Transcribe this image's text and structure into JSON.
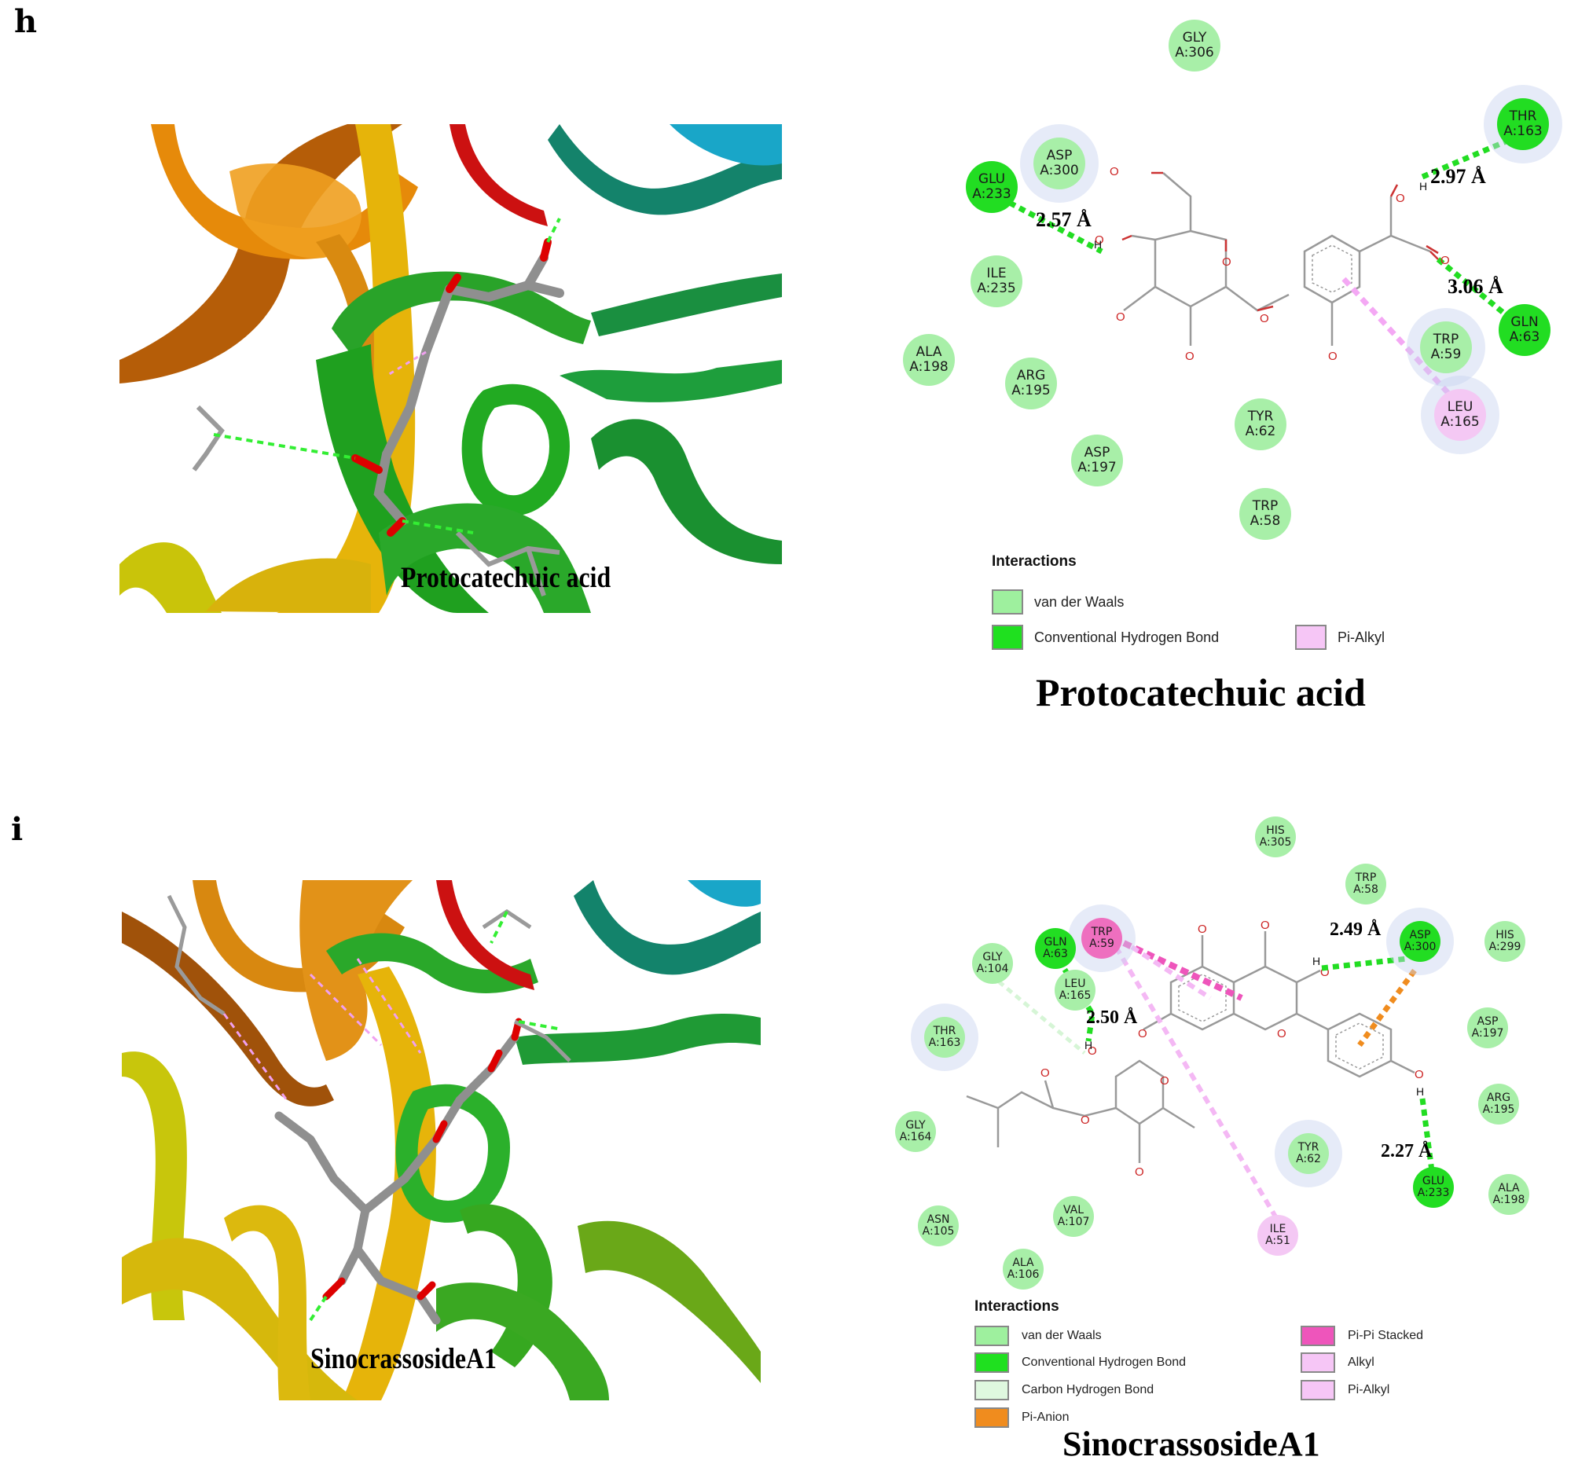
{
  "panel_h": {
    "letter": "h",
    "view3d_label": "Protocatechuic acid",
    "caption": "Protocatechuic acid",
    "residues": [
      {
        "id": "GLY",
        "num": "A:306",
        "type": "vdw"
      },
      {
        "id": "THR",
        "num": "A:163",
        "type": "hbond"
      },
      {
        "id": "ASP",
        "num": "A:300",
        "type": "vdw"
      },
      {
        "id": "GLU",
        "num": "A:233",
        "type": "hbond"
      },
      {
        "id": "ILE",
        "num": "A:235",
        "type": "vdw"
      },
      {
        "id": "GLN",
        "num": "A:63",
        "type": "hbond"
      },
      {
        "id": "TRP",
        "num": "A:59",
        "type": "vdw"
      },
      {
        "id": "ALA",
        "num": "A:198",
        "type": "vdw"
      },
      {
        "id": "ARG",
        "num": "A:195",
        "type": "vdw"
      },
      {
        "id": "TYR",
        "num": "A:62",
        "type": "vdw"
      },
      {
        "id": "LEU",
        "num": "A:165",
        "type": "pialkyl"
      },
      {
        "id": "ASP",
        "num": "A:197",
        "type": "vdw"
      },
      {
        "id": "TRP",
        "num": "A:58",
        "type": "vdw"
      }
    ],
    "distances": [
      "2.57 Å",
      "2.97 Å",
      "3.06 Å"
    ],
    "legend": {
      "title": "Interactions",
      "items": [
        {
          "label": "van der Waals",
          "color": "#9ef09e"
        },
        {
          "label": "Conventional Hydrogen Bond",
          "color": "#1fe01f"
        },
        {
          "label": "Pi-Alkyl",
          "color": "#f6c6f6"
        }
      ]
    }
  },
  "panel_i": {
    "letter": "i",
    "view3d_label": "SinocrassosideA1",
    "caption": "SinocrassosideA1",
    "residues": [
      {
        "id": "HIS",
        "num": "A:305",
        "type": "vdw"
      },
      {
        "id": "TRP",
        "num": "A:58",
        "type": "vdw"
      },
      {
        "id": "TRP",
        "num": "A:59",
        "type": "pistack"
      },
      {
        "id": "GLN",
        "num": "A:63",
        "type": "hbond"
      },
      {
        "id": "ASP",
        "num": "A:300",
        "type": "hbond"
      },
      {
        "id": "HIS",
        "num": "A:299",
        "type": "vdw"
      },
      {
        "id": "GLY",
        "num": "A:104",
        "type": "vdw"
      },
      {
        "id": "LEU",
        "num": "A:165",
        "type": "vdw"
      },
      {
        "id": "THR",
        "num": "A:163",
        "type": "vdw"
      },
      {
        "id": "ASP",
        "num": "A:197",
        "type": "vdw"
      },
      {
        "id": "ARG",
        "num": "A:195",
        "type": "vdw"
      },
      {
        "id": "GLY",
        "num": "A:164",
        "type": "vdw"
      },
      {
        "id": "TYR",
        "num": "A:62",
        "type": "vdw"
      },
      {
        "id": "GLU",
        "num": "A:233",
        "type": "hbond"
      },
      {
        "id": "ALA",
        "num": "A:198",
        "type": "vdw"
      },
      {
        "id": "ASN",
        "num": "A:105",
        "type": "vdw"
      },
      {
        "id": "VAL",
        "num": "A:107",
        "type": "vdw"
      },
      {
        "id": "ILE",
        "num": "A:51",
        "type": "pialkyl"
      },
      {
        "id": "ALA",
        "num": "A:106",
        "type": "vdw"
      }
    ],
    "distances": [
      "2.49 Å",
      "2.50 Å",
      "2.27 Å"
    ],
    "legend": {
      "title": "Interactions",
      "items": [
        {
          "label": "van der Waals",
          "color": "#9ef09e"
        },
        {
          "label": "Conventional Hydrogen Bond",
          "color": "#1fe01f"
        },
        {
          "label": "Carbon Hydrogen Bond",
          "color": "#dff8df"
        },
        {
          "label": "Pi-Anion",
          "color": "#f08c1e"
        },
        {
          "label": "Pi-Pi Stacked",
          "color": "#ee55bb"
        },
        {
          "label": "Alkyl",
          "color": "#f6c6f6"
        },
        {
          "label": "Pi-Alkyl",
          "color": "#f6c6f6"
        }
      ]
    }
  },
  "residue_colors": {
    "vdw": "#a8efa8",
    "hbond": "#22dd22",
    "pialkyl": "#f4c8f4",
    "pistack": "#ee6fbf"
  }
}
